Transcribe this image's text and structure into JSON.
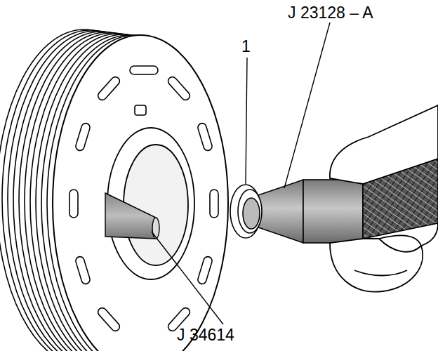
{
  "diagram": {
    "labels": [
      "1",
      "J 23128 – A",
      "J 34614"
    ]
  }
}
